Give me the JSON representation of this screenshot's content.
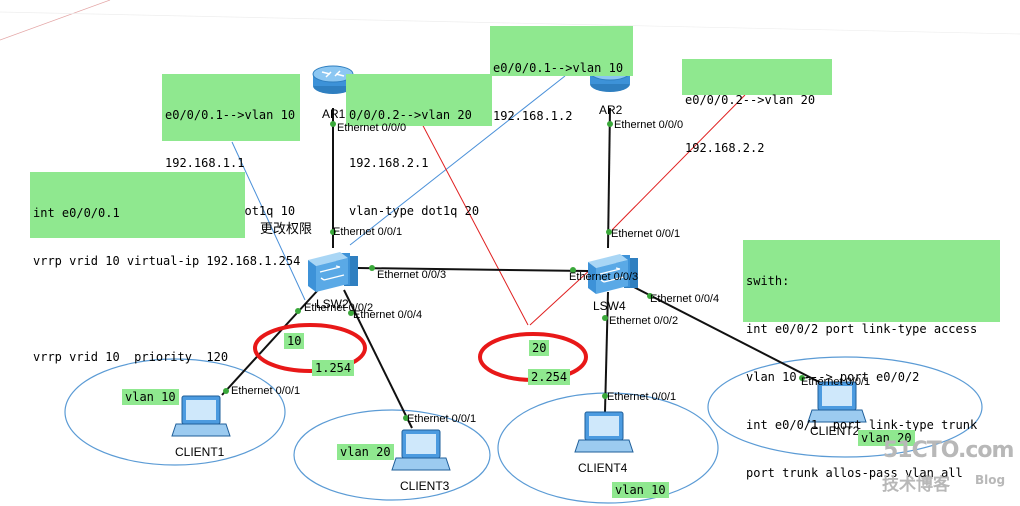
{
  "colors": {
    "note_bg": "#8fe88f",
    "cable": "#111111",
    "annotation_red": "#e02020",
    "annotation_blue": "#4a90d9",
    "ellipse": "#5b9bd5",
    "highlight_ring": "#e81818"
  },
  "devices": {
    "ar1": {
      "label": "AR1"
    },
    "ar2": {
      "label": "AR2"
    },
    "lsw2": {
      "label": "LSW2"
    },
    "lsw4": {
      "label": "LSW4"
    },
    "client1": {
      "label": "CLIENT1"
    },
    "client2": {
      "label": "CLIENT2"
    },
    "client3": {
      "label": "CLIENT3"
    },
    "client4": {
      "label": "CLIENT4"
    }
  },
  "ports": {
    "ar1_e000": "Ethernet 0/0/0",
    "ar2_e000": "Ethernet 0/0/0",
    "lsw2_e001": "Ethernet 0/0/1",
    "lsw2_e003": "Ethernet 0/0/3",
    "lsw2_e002": "Ethernet 0/0/2",
    "lsw2_e004": "Ethernet 0/0/4",
    "lsw4_e001": "Ethernet 0/0/1",
    "lsw4_e003": "Ethernet 0/0/3",
    "lsw4_e004": "Ethernet 0/0/4",
    "lsw4_e002": "Ethernet 0/0/2",
    "client1_e001": "Ethernet 0/0/1",
    "client3_e001": "Ethernet 0/0/1",
    "client4_e001": "Ethernet 0/0/1",
    "client2_e001": "Ethernet 0/0/1"
  },
  "notes": {
    "ar1_sub1": {
      "line1": "e0/0/0.1-->vlan 10",
      "line2": "192.168.1.1",
      "line3": "vlan-type dot1q 10"
    },
    "ar1_sub2": {
      "line1": "0/0/0.2-->vlan 20",
      "line2": "192.168.2.1",
      "line3": "vlan-type dot1q 20"
    },
    "ar2_sub1": {
      "line1": "e0/0/0.1-->vlan 10",
      "line2": "192.168.1.2"
    },
    "ar2_sub2": {
      "line1": "e0/0/0.2-->vlan 20",
      "line2": "192.168.2.2"
    },
    "vrrp": {
      "line1": "int e0/0/0.1",
      "line2": "vrrp vrid 10 virtual-ip 192.168.1.254",
      "line3": "",
      "line4": "vrrp vrid 10  priority  120",
      "extra": "更改权限"
    },
    "switch": {
      "line1": "swith:",
      "line2": "int e0/0/2 port link-type access",
      "line3": "vlan 10 ---> port e0/0/2",
      "line4": "int e0/0/1  port link-type trunk",
      "line5": "port trunk allos-pass vlan all"
    }
  },
  "tags": {
    "ring1_vlan": "10",
    "ring1_ip": "1.254",
    "ring2_vlan": "20",
    "ring2_ip": "2.254",
    "client1_vlan": "vlan 10",
    "client3_vlan": "vlan 20",
    "client4_vlan": "vlan 10",
    "client2_vlan": "vlan 20"
  },
  "watermark": {
    "site": "51CTO.com",
    "cn": "技术博客",
    "blog": "Blog"
  }
}
